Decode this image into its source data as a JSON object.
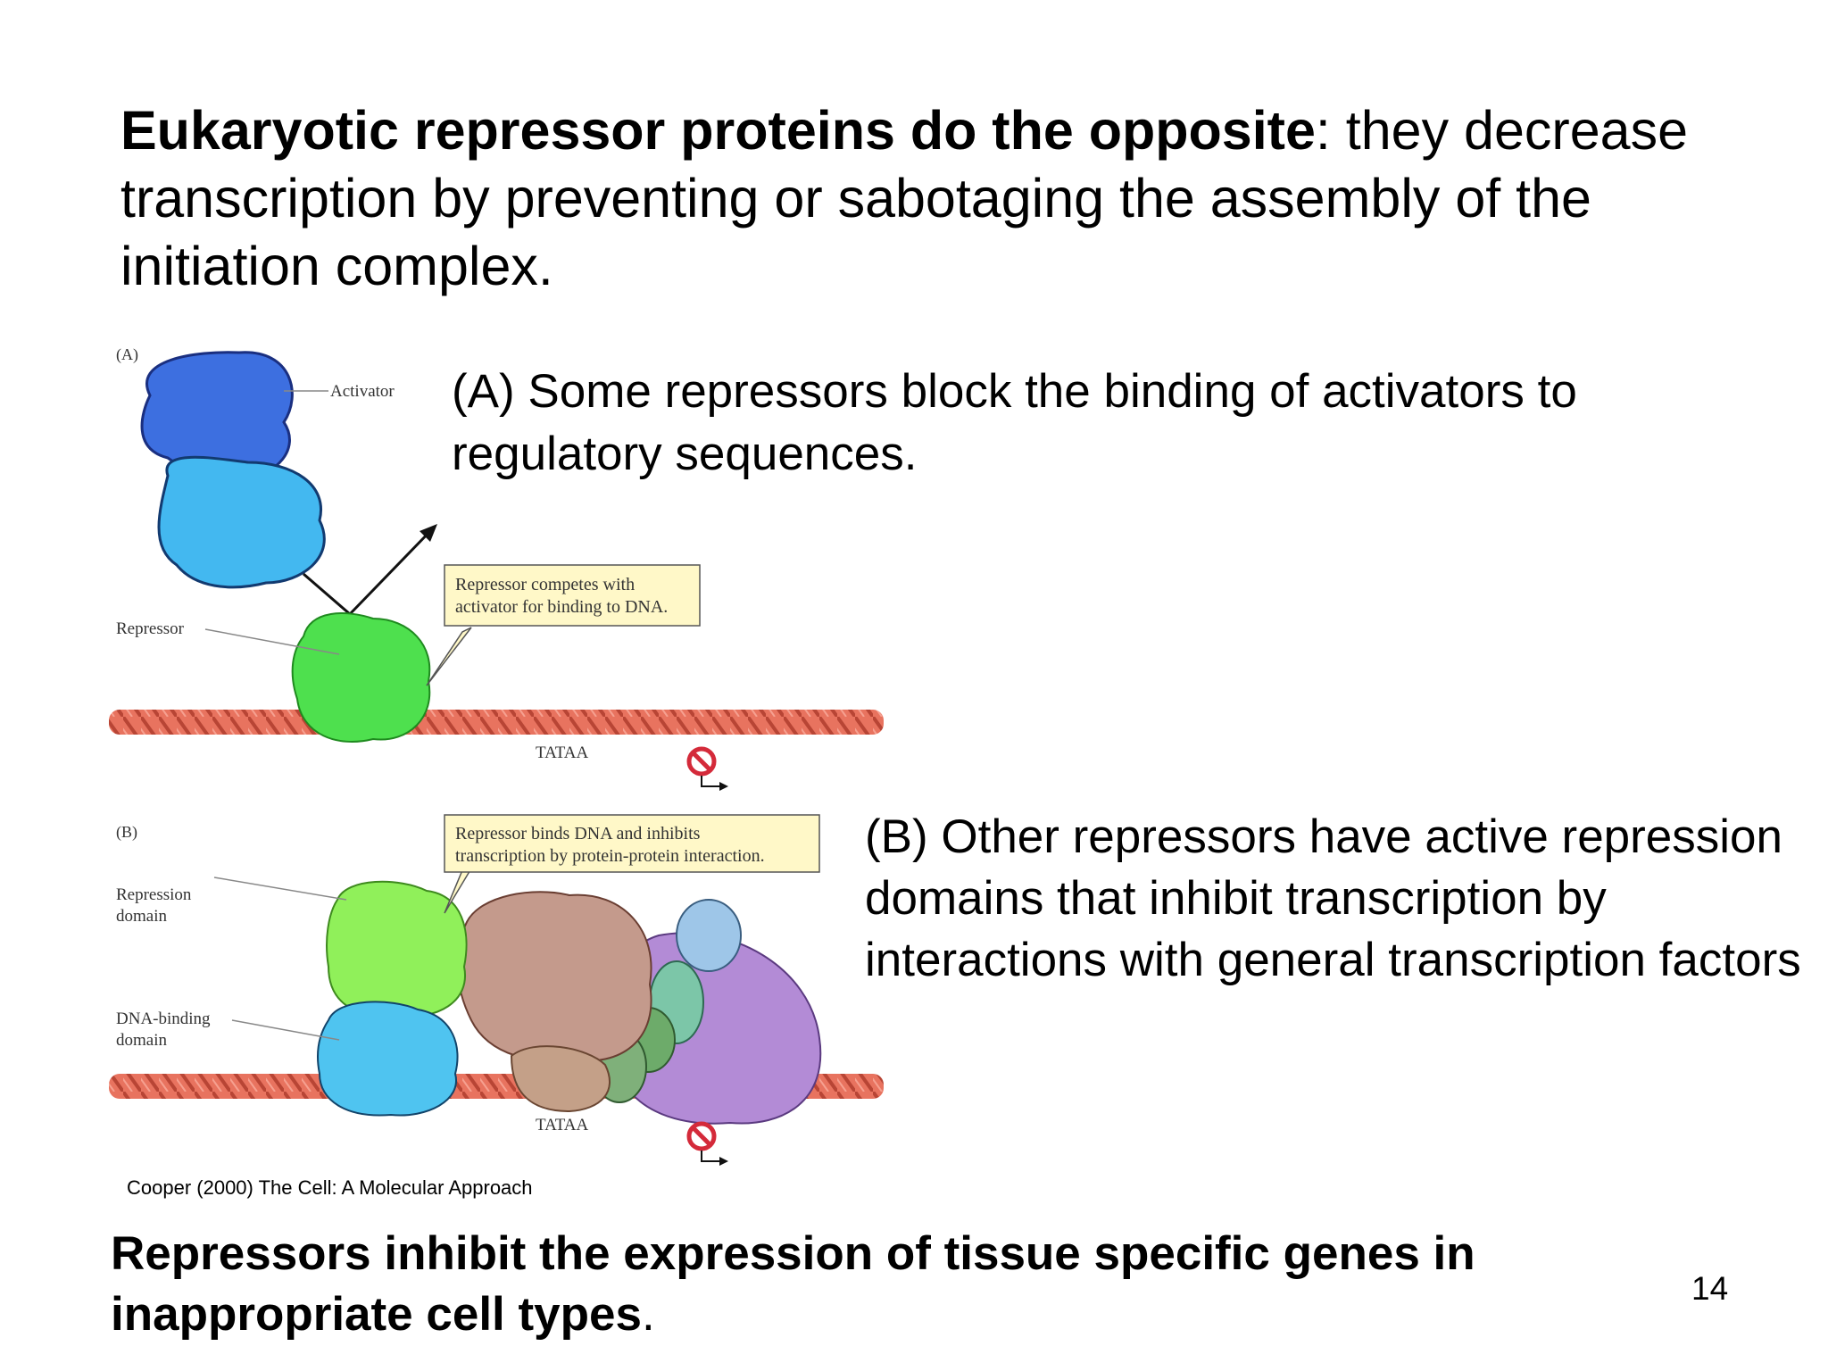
{
  "slide": {
    "title_bold": "Eukaryotic repressor proteins do the opposite",
    "title_rest": ": they decrease transcription by preventing or sabotaging the assembly of the initiation complex.",
    "caption_a": "(A) Some repressors block the binding of activators to regulatory sequences.",
    "caption_b": "(B) Other repressors have active repression domains that inhibit transcription by interactions with general transcription factors",
    "credit": "Cooper (2000) The Cell: A Molecular Approach",
    "bottom_bold": "Repressors inhibit the expression of tissue specific genes in inappropriate cell types",
    "bottom_rest": ".",
    "page_number": "14"
  },
  "figure": {
    "panel_a": {
      "label": "(A)",
      "activator": "Activator",
      "repressor": "Repressor",
      "callout_line1": "Repressor competes with",
      "callout_line2": "activator for binding to DNA.",
      "tataa": "TATAA"
    },
    "panel_b": {
      "label": "(B)",
      "repression_domain_line1": "Repression",
      "repression_domain_line2": "domain",
      "dna_binding_line1": "DNA-binding",
      "dna_binding_line2": "domain",
      "callout_line1": "Repressor binds DNA and inhibits",
      "callout_line2": "transcription by protein-protein interaction.",
      "tataa": "TATAA"
    },
    "icons": [
      "no-entry-icon",
      "transcription-start-arrow-icon"
    ]
  }
}
